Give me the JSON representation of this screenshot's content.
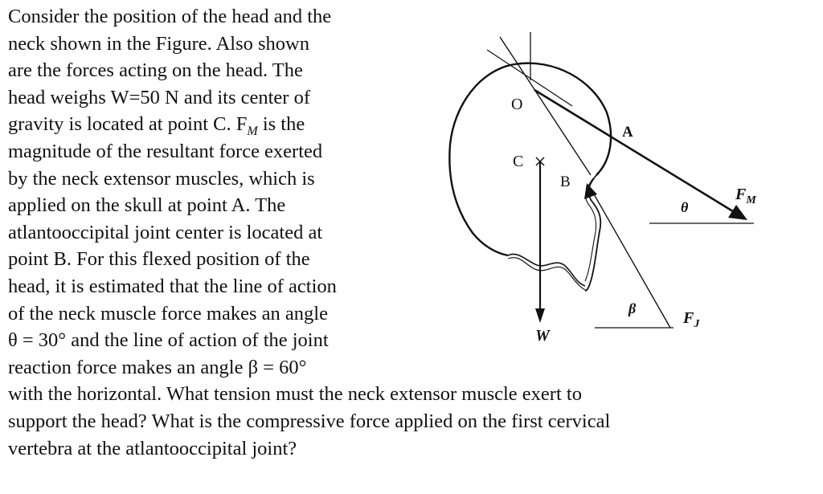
{
  "problem": {
    "lines": [
      "Consider the position of the head and the",
      "neck shown in the Figure.   Also shown",
      "are the forces acting on the head.   The",
      "head weighs W=50 N and its center of",
      "gravity is located at point C.   F",
      "magnitude of the resultant force exerted",
      "by the neck extensor muscles, which is",
      "applied on the skull at point A.   The",
      "atlantooccipital joint center is located at",
      "point B.   For this flexed position of the",
      "head, it is estimated that the line of action",
      "of the neck muscle force makes an angle",
      "θ = 30° and the line of action of the joint",
      "reaction force makes an angle β = 60°",
      "with the horizontal.   What tension must the neck extensor muscle exert to",
      "support the head?   What is the compressive force applied on the first cervical",
      "vertebra at the atlantooccipital joint?"
    ],
    "fm_sub": "M",
    "fm_tail": " is the"
  },
  "figure": {
    "label_O": "O",
    "label_C": "C",
    "label_A": "A",
    "label_B": "B",
    "label_theta": "θ",
    "label_beta": "β",
    "label_W": "W",
    "label_FM": "F",
    "label_FM_sub": "M",
    "label_FJ": "F",
    "label_FJ_sub": "J"
  }
}
